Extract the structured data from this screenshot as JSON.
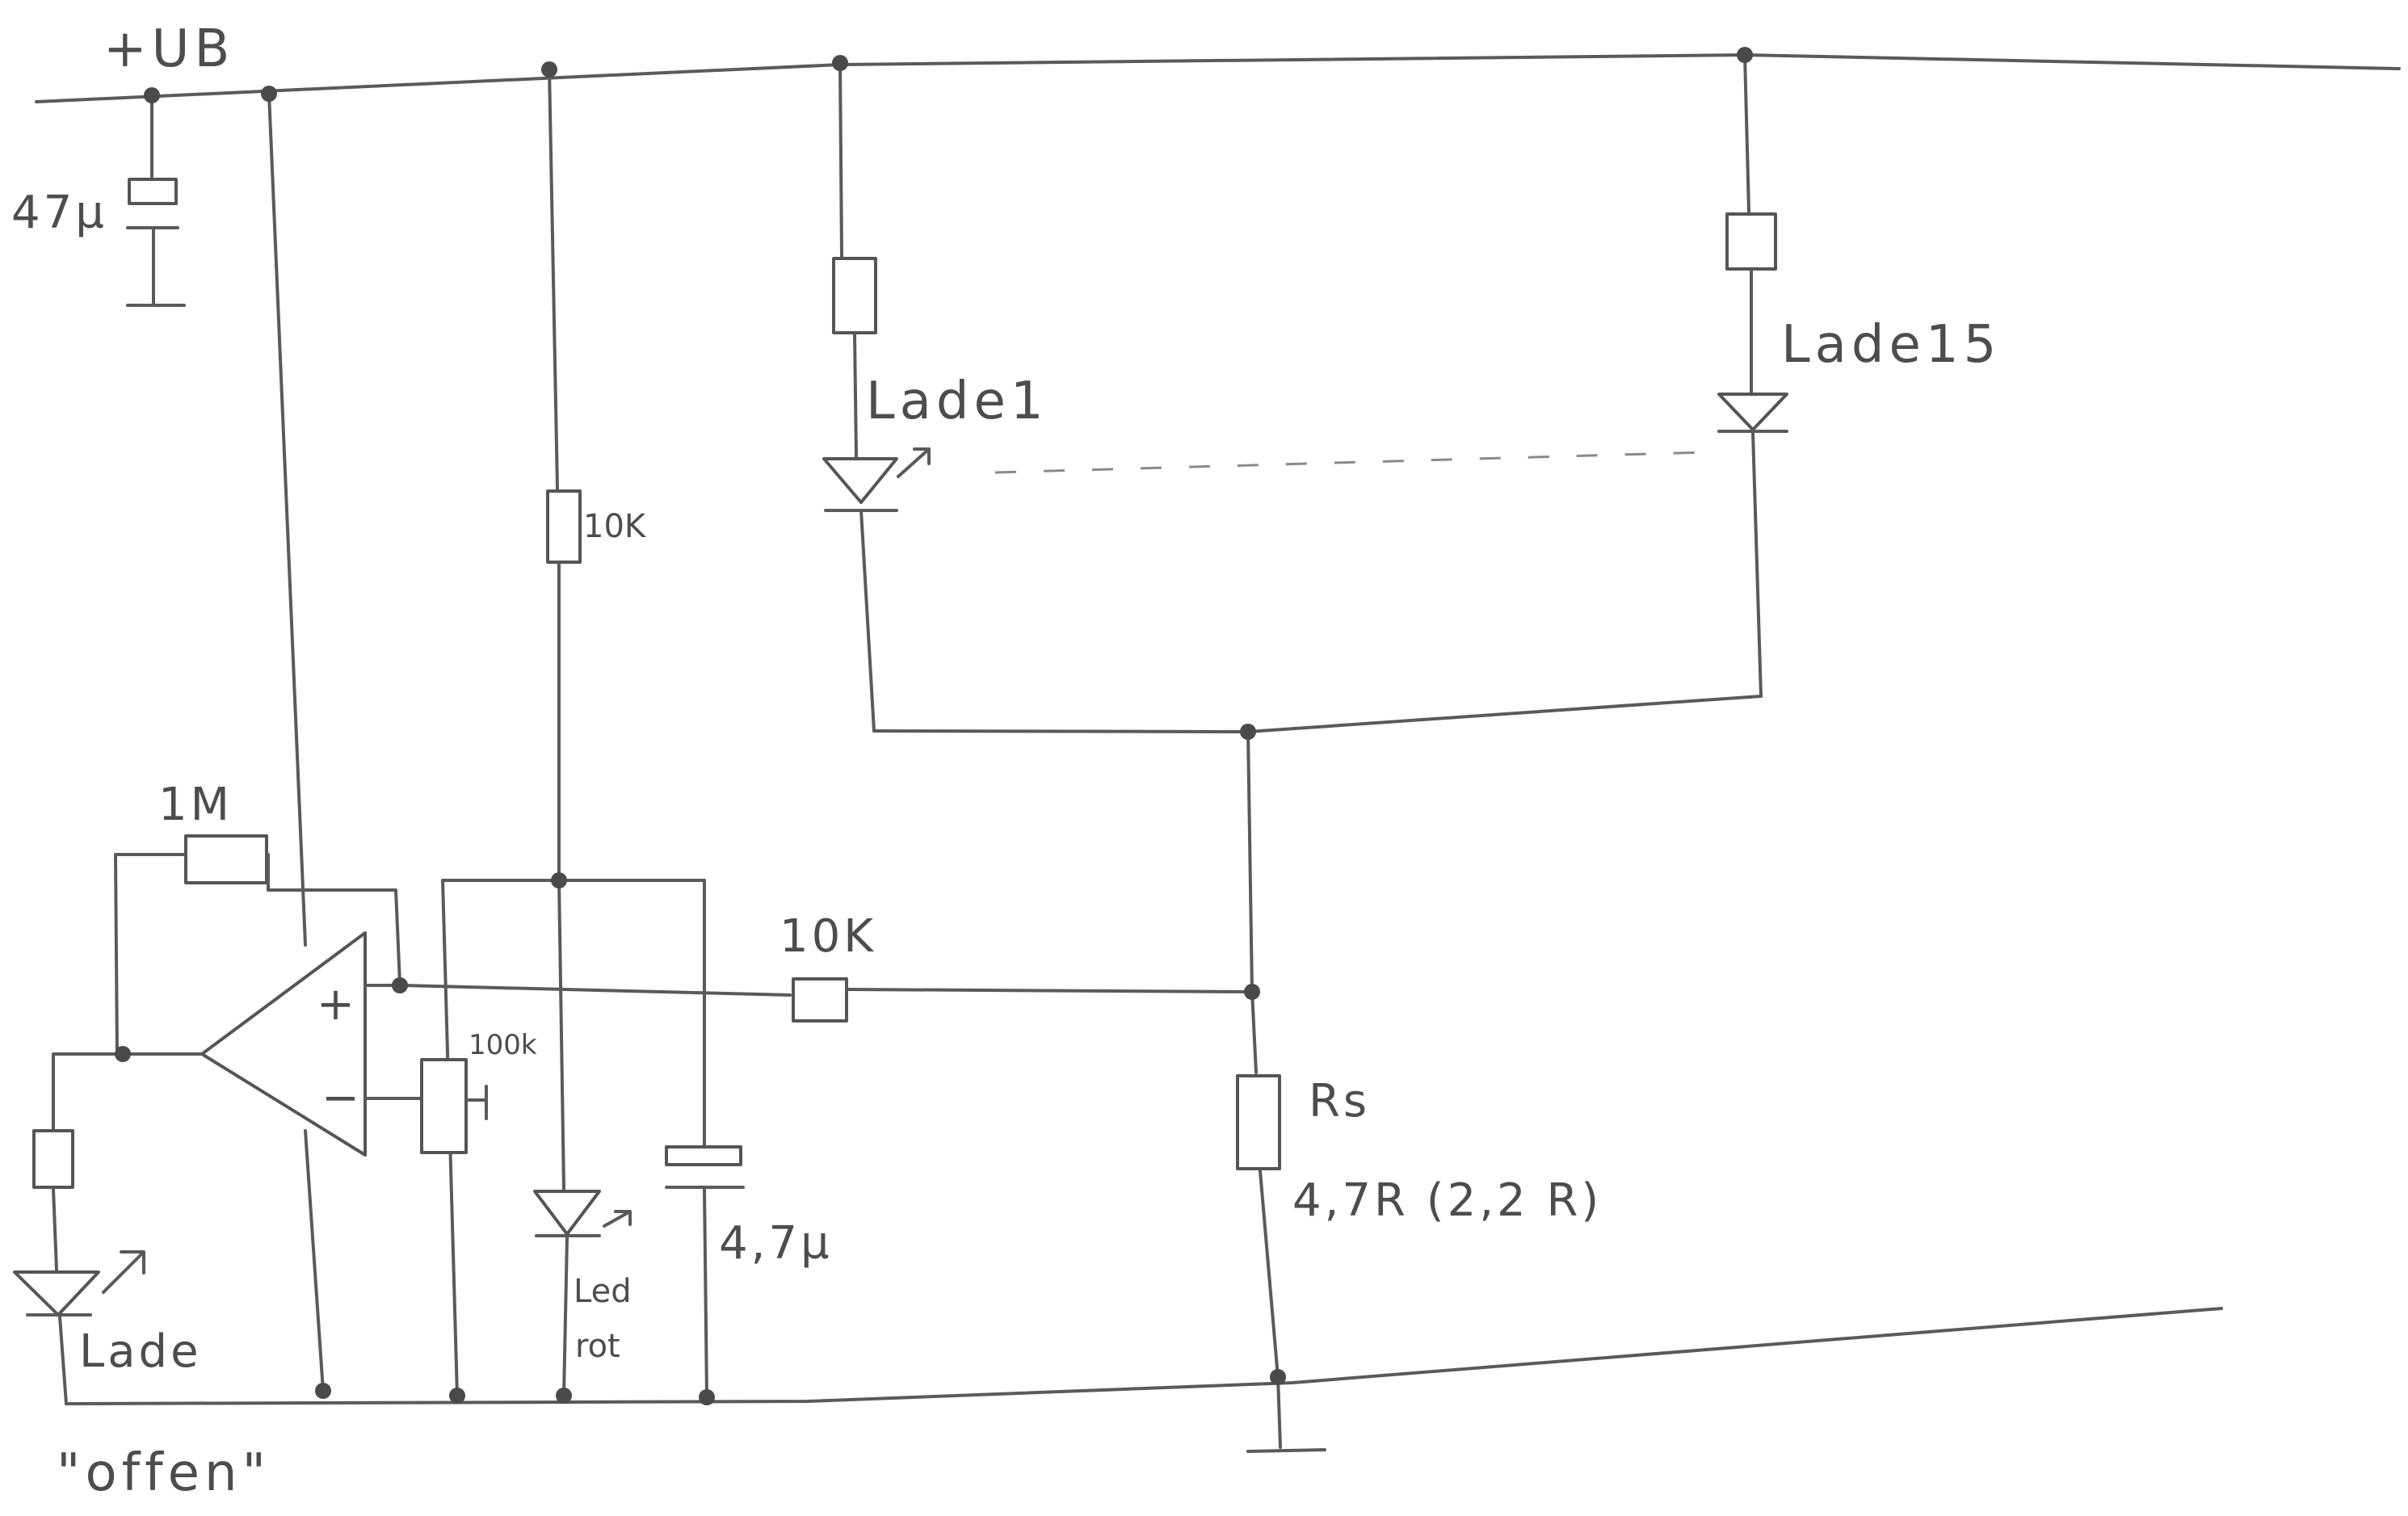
{
  "labels": {
    "supply": "+UB",
    "supply_cap": "47µ",
    "led_first": "Lade1",
    "led_last": "Lade15",
    "r_10k_top": "10K",
    "r_1m": "1M",
    "r_10k_input": "10K",
    "pot_100k": "100k",
    "opamp_plus": "+",
    "opamp_minus": "−",
    "cap_small": "4,7µ",
    "led_red_1": "Led",
    "led_red_2": "rot",
    "r_sense": "Rs",
    "r_sense_value": "4,7R (2,2 R)",
    "led_charge": "Lade",
    "open_note": "\"offen\""
  }
}
